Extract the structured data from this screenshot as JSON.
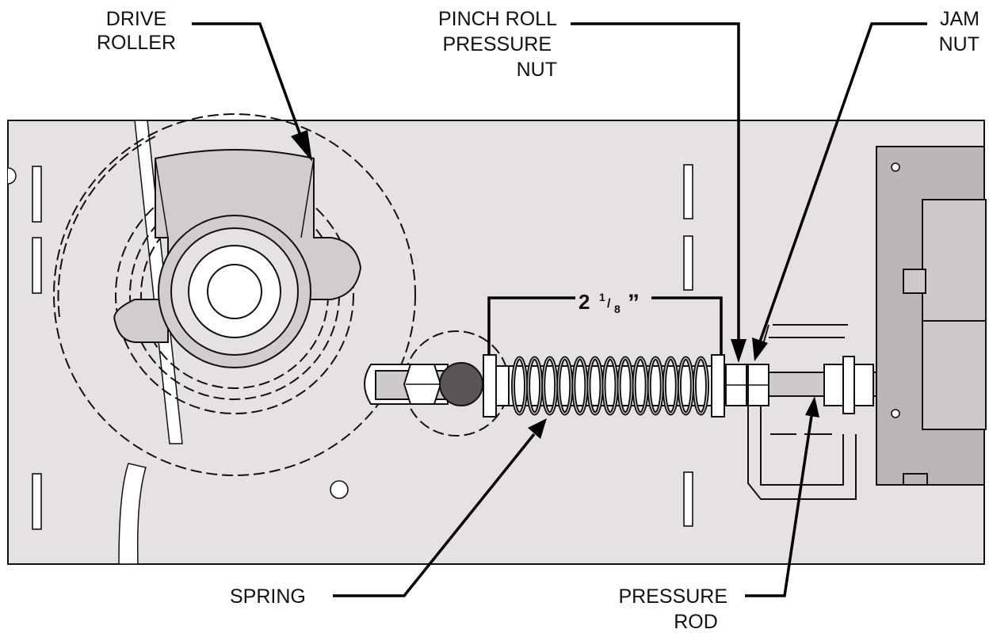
{
  "labels": {
    "drive_roller": [
      "DRIVE",
      "ROLLER"
    ],
    "pinch_roll_pressure_nut": [
      "PINCH ROLL",
      "PRESSURE",
      "NUT"
    ],
    "jam_nut": [
      "JAM",
      "NUT"
    ],
    "spring": "SPRING",
    "pressure_rod": [
      "PRESSURE",
      "ROD"
    ]
  },
  "dimension": {
    "whole": "2",
    "numerator": "1",
    "denominator": "8",
    "unit_mark": "”"
  },
  "colors": {
    "plate": "#e6e2e2",
    "hub": "#d2cccc",
    "roller_ball": "#5a5555",
    "rod": "#cfcaca",
    "bracket": "#bdb6b6",
    "line": "#111111"
  }
}
